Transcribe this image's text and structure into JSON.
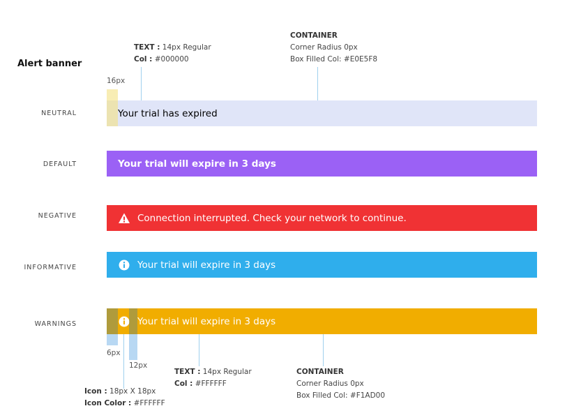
{
  "title": "Alert banner",
  "spec_top_text": {
    "label": "TEXT :",
    "value": " 14px Regular",
    "col_label": "Col :",
    "col_value": " #000000"
  },
  "spec_top_container": {
    "label": "CONTAINER",
    "radius": "Corner Radius 0px",
    "fill": "Box Filled Col: #E0E5F8"
  },
  "padding_label": "16px",
  "banners": [
    {
      "label": "NEUTRAL",
      "text": "Your trial has expired",
      "color": "#E0E5F8",
      "text_color": "#000000",
      "icon": "none"
    },
    {
      "label": "DEFAULT",
      "text": "Your trial will expire in 3 days",
      "color": "#9B61F5",
      "text_color": "#FFFFFF",
      "icon": "none"
    },
    {
      "label": "NEGATIVE",
      "text": "Connection interrupted. Check your network to continue.",
      "color": "#F03234",
      "text_color": "#FFFFFF",
      "icon": "warning-triangle-icon"
    },
    {
      "label": "INFORMATIVE",
      "text": "Your trial will expire in 3 days",
      "color": "#2FAEEC",
      "text_color": "#FFFFFF",
      "icon": "info-icon"
    },
    {
      "label": "WARNINGS",
      "text": "Your trial will expire in 3 days",
      "color": "#F1AD00",
      "text_color": "#FFFFFF",
      "icon": "info-icon"
    }
  ],
  "dim_6": "6px",
  "dim_12": "12px",
  "spec_icon": {
    "size_label": "Icon :",
    "size_value": " 18px X 18px",
    "color_label": "Icon Color :",
    "color_value": " #FFFFFF"
  },
  "spec_bottom_text": {
    "label": "TEXT :",
    "value": " 14px Regular",
    "col_label": "Col :",
    "col_value": " #FFFFFF"
  },
  "spec_bottom_container": {
    "label": "CONTAINER",
    "radius": "Corner Radius 0px",
    "fill": "Box Filled Col: #F1AD00"
  }
}
